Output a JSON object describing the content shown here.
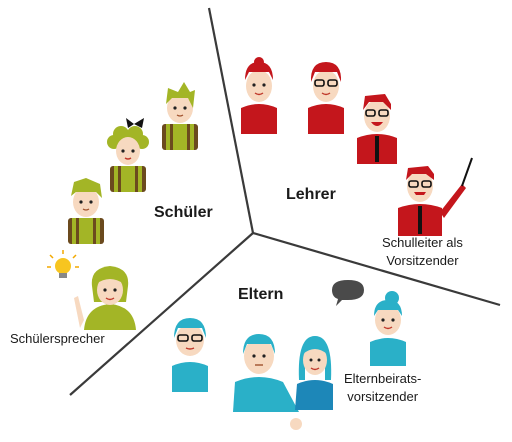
{
  "groups": {
    "schueler": "Schüler",
    "lehrer": "Lehrer",
    "eltern": "Eltern"
  },
  "roles": {
    "schuelersprecher": "Schülersprecher",
    "schulleiter_line1": "Schulleiter als",
    "schulleiter_line2": "Vorsitzender",
    "elternbeirat_line1": "Elternbeirats-",
    "elternbeirat_line2": "vorsitzender"
  },
  "colors": {
    "divider": "#3a3a3a",
    "students": "#a3b526",
    "teachers": "#c4161c",
    "parents": "#2ab0c8",
    "skin": "#f7d9c0"
  },
  "icons": [
    "student-figure",
    "teacher-figure",
    "parent-figure",
    "lightbulb-icon",
    "speech-bubble-icon",
    "pointer-stick-icon"
  ]
}
